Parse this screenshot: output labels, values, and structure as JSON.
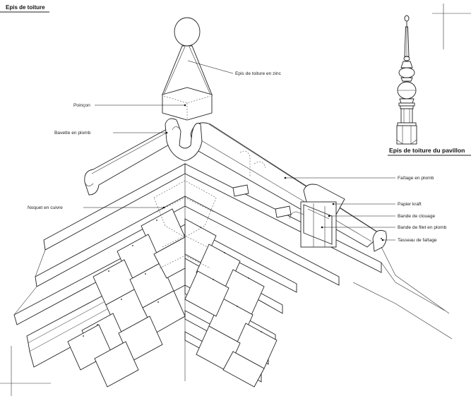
{
  "title_main": "Epis de toiture",
  "title_pavillon": "Epis de toiture du pavillon",
  "labels": {
    "epis_zinc": "Epis de toiture en zinc",
    "poincon": "Poinçon",
    "bavette": "Bavette en plomb",
    "noquet": "Noquet en cuivre",
    "faitage": "Faîtage en plomb",
    "papier": "Papier kraft",
    "clouage": "Bande de clouage",
    "filet": "Bande de filet en plomb",
    "tasseau": "Tasseau de faîtage"
  },
  "icons": {
    "finial": "finial-drawing",
    "roof": "roof-ridge-drawing"
  }
}
